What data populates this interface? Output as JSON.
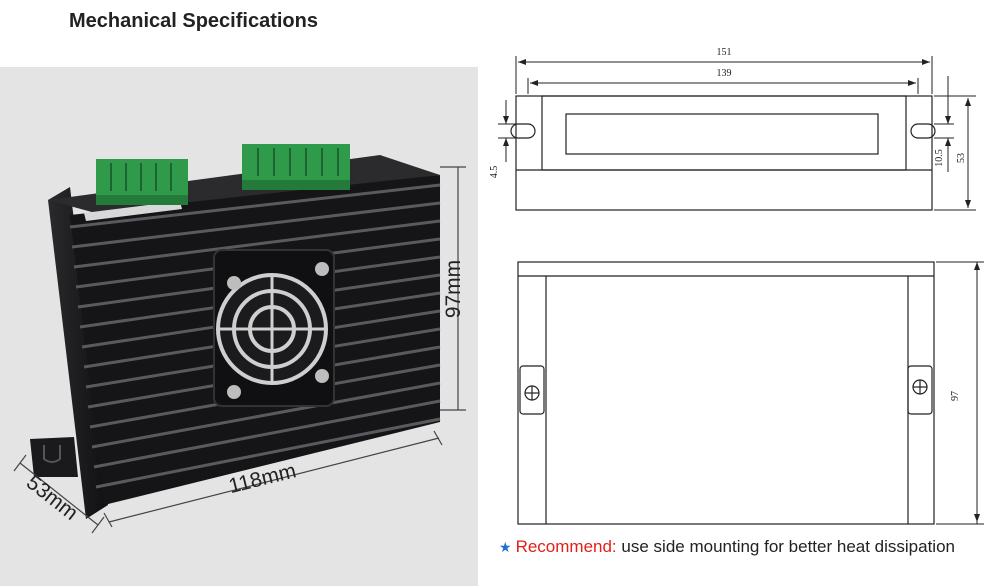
{
  "page": {
    "title": "Mechanical Specifications"
  },
  "photo": {
    "dim_height": "97mm",
    "dim_length": "118mm",
    "dim_depth": "53mm"
  },
  "drawing": {
    "top_view": {
      "overall_width": "151",
      "hole_spacing": "139",
      "slot_offset": "4.5",
      "slot_height": "10.5",
      "height": "53"
    },
    "side_view": {
      "height": "97"
    }
  },
  "note": {
    "label": "Recommend:",
    "text": "use side mounting for better heat dissipation"
  },
  "colors": {
    "heatsink": "#1e1e20",
    "terminal": "#2f9a4a",
    "recommend_label": "#e0201b",
    "star": "#1f6fd6",
    "photo_background": "#e4e4e4"
  }
}
